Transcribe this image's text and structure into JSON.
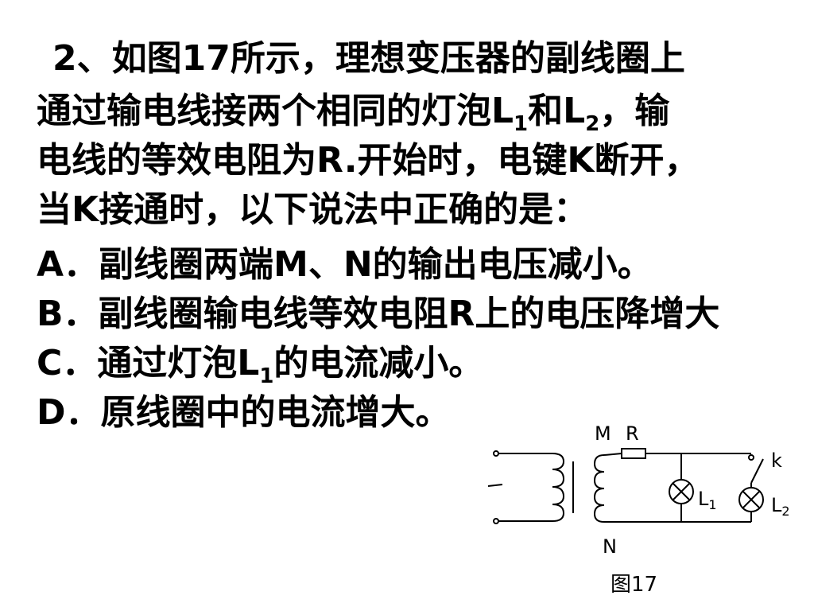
{
  "question": {
    "line1": "2、如图17所示，理想变压器的副线圈上",
    "line2_a": "通过输电线接两个相同的灯泡L",
    "line2_sub1": "1",
    "line2_b": "和L",
    "line2_sub2": "2",
    "line2_c": "，输",
    "line3": "电线的等效电阻为R.开始时，电键K断开，",
    "line4": "当K接通时，以下说法中正确的是："
  },
  "options": {
    "a": "A．副线圈两端M、N的输出电压减小。",
    "b": "B．副线圈输电线等效电阻R上的电压降增大",
    "c_a": "C．通过灯泡L",
    "c_sub": "1",
    "c_b": "的电流减小。",
    "d": "D．原线圈中的电流增大。"
  },
  "figure": {
    "label_M": "M",
    "label_R": "R",
    "label_N": "N",
    "label_k": "k",
    "label_L1": "L",
    "label_L1_sub": "1",
    "label_L2": "L",
    "label_L2_sub": "2",
    "caption": "图17"
  }
}
